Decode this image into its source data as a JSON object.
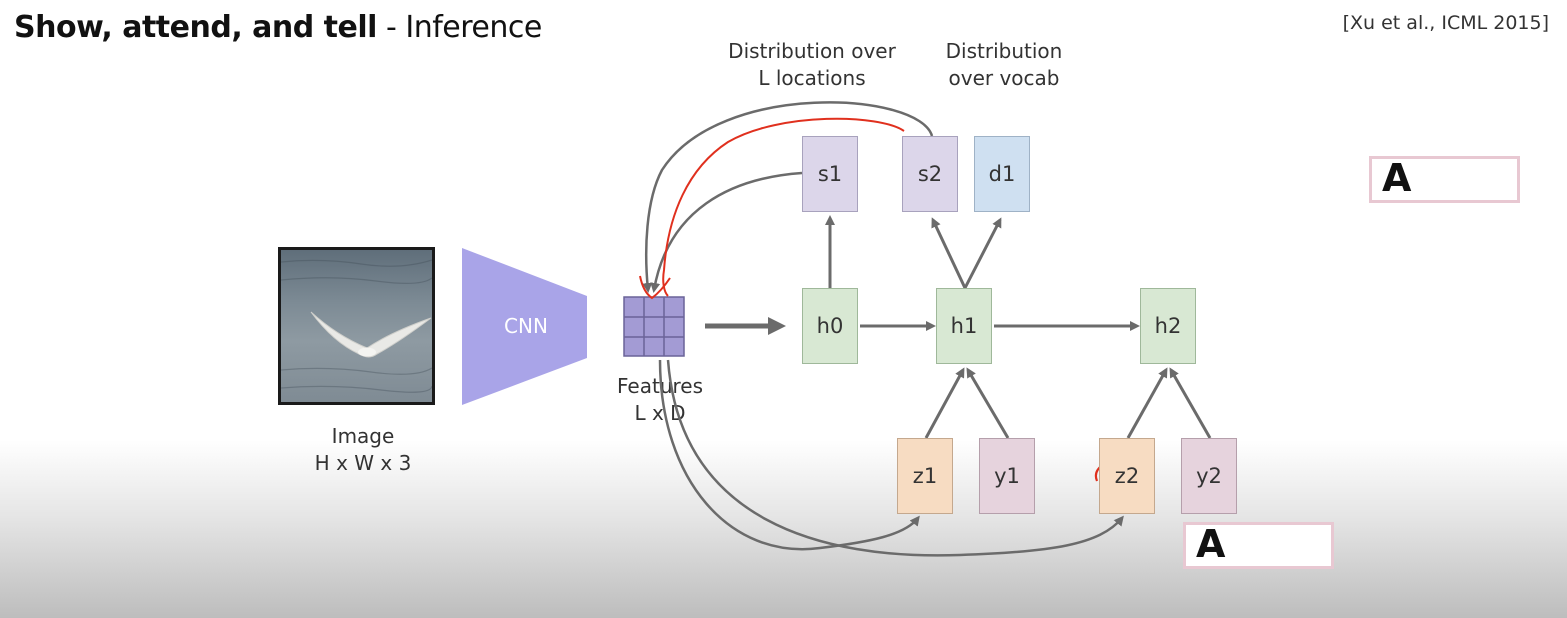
{
  "header": {
    "title_main": "Show, attend, and tell",
    "title_sep": " - ",
    "title_sub": "Inference",
    "citation": "[Xu et al., ICML 2015]"
  },
  "labels": {
    "dist_locations_line1": "Distribution over",
    "dist_locations_line2": "L locations",
    "dist_vocab_line1": "Distribution",
    "dist_vocab_line2": "over vocab",
    "image_line1": "Image",
    "image_line2": "H x W x 3",
    "features_line1": "Features",
    "features_line2": "L x D",
    "cnn": "CNN"
  },
  "nodes": {
    "s1": "s1",
    "s2": "s2",
    "d1": "d1",
    "h0": "h0",
    "h1": "h1",
    "h2": "h2",
    "z1": "z1",
    "y1": "y1",
    "z2": "z2",
    "y2": "y2"
  },
  "answers": {
    "top": "A",
    "bottom": "A"
  },
  "colors": {
    "arrow": "#6b6b6b",
    "annotation": "#e0301e",
    "cnn": "#a9a4e8",
    "grid_fill": "#a39bd4",
    "grid_line": "#6a6398"
  }
}
